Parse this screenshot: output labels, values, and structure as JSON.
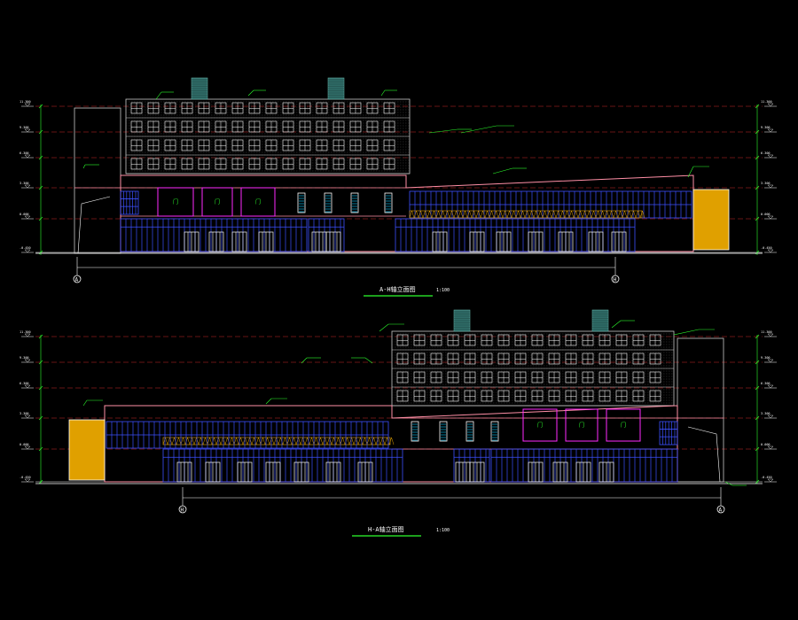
{
  "drawing": {
    "background": "#000000",
    "colors": {
      "outline": "#ff8fa6",
      "facade": "#c9c9c9",
      "glass_blue": "#3c50ff",
      "cyan": "#00c8ff",
      "magenta": "#ff2aff",
      "green": "#2cff2c",
      "white": "#ffffff",
      "orange": "#e0a000",
      "red": "#ff0000",
      "dash": "#cc2a2a",
      "yellow": "#ffd400",
      "chimney": "#2f6b66"
    },
    "views": [
      {
        "title": "A-H轴立面图",
        "scale": "1:100",
        "axis_left": "A",
        "axis_right": "H"
      },
      {
        "title": "H-A轴立面图",
        "scale": "1:100",
        "axis_left": "H",
        "axis_right": "A"
      }
    ],
    "window_glyph": "门",
    "elevation_marks": [
      "11.300",
      "9.300",
      "6.300",
      "3.300",
      "0.000",
      "-0.450"
    ]
  }
}
